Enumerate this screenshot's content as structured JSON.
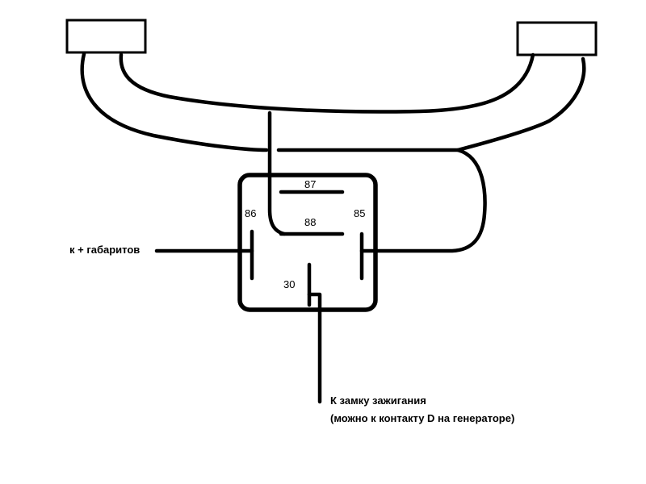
{
  "relay": {
    "pins": {
      "p87": "87",
      "p88": "88",
      "p86": "86",
      "p85": "85",
      "p30": "30"
    }
  },
  "labels": {
    "side_lights": "к + габаритов",
    "ignition_line1": "К замку зажигания",
    "ignition_line2": "(можно к контакту D на генераторе)"
  }
}
